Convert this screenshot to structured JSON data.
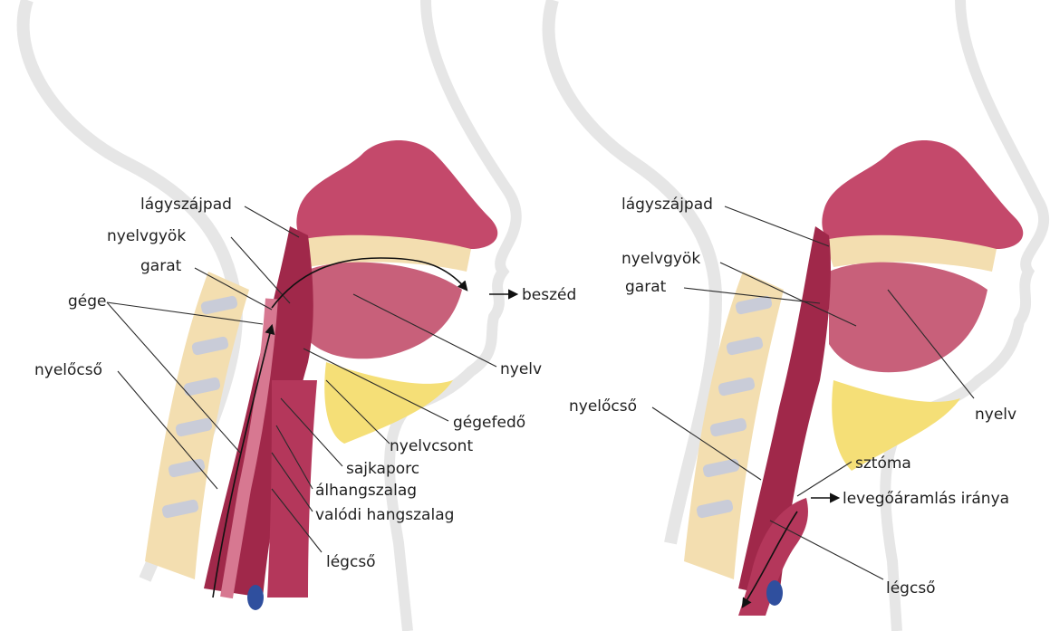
{
  "colors": {
    "background": "#ffffff",
    "skin_outline": "#e6e6e6",
    "nasal_pink": "#c4496b",
    "tissue_dark": "#a0284a",
    "tongue": "#c8607a",
    "spine_cream": "#f3deb0",
    "disc": "#c9ccd8",
    "fat_yellow": "#f5df77",
    "vessel_blue": "#2f4f9e",
    "label_text": "#1f1f1f"
  },
  "icons": {
    "flow_arrow": "arrow-icon",
    "air_chevron": "chevron-icon"
  },
  "left_panel": {
    "labels": {
      "soft_palate": "lágyszájpad",
      "tongue_root": "nyelvgyök",
      "pharynx": "garat",
      "larynx": "gége",
      "esophagus": "nyelőcső",
      "speech": "beszéd",
      "tongue": "nyelv",
      "epiglottis": "gégefedő",
      "hyoid": "nyelvcsont",
      "arytenoid": "sajkaporc",
      "false_vocal_cord": "álhangszalag",
      "true_vocal_cord": "valódi hangszalag",
      "trachea": "légcső"
    }
  },
  "right_panel": {
    "labels": {
      "soft_palate": "lágyszájpad",
      "tongue_root": "nyelvgyök",
      "pharynx": "garat",
      "esophagus": "nyelőcső",
      "tongue": "nyelv",
      "stoma": "sztóma",
      "airflow_direction": "levegőáramlás iránya",
      "trachea": "légcső"
    }
  }
}
